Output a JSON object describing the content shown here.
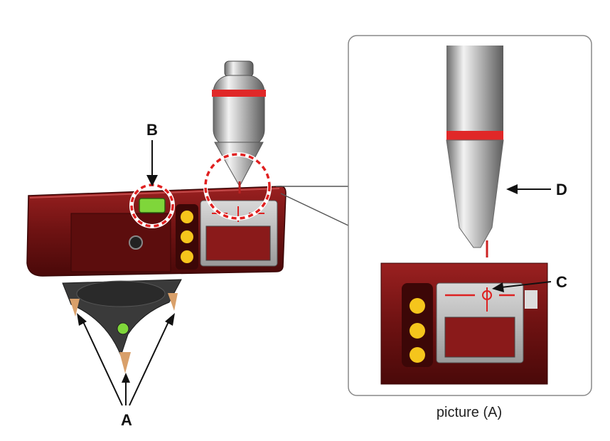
{
  "labels": {
    "a": "A",
    "b": "B",
    "c": "C",
    "d": "D"
  },
  "caption": "picture (A)",
  "colors": {
    "device_body": "#7a1414",
    "device_dark": "#4a0909",
    "red_ring": "#e02828",
    "highlight_circle": "#e02020",
    "bubble_green": "#7fd63a",
    "button_yellow": "#f5c51c",
    "metal_light": "#e6e6e6",
    "metal_dark": "#7d7d7d",
    "inset_border": "#888888",
    "leader_line": "#555555"
  }
}
